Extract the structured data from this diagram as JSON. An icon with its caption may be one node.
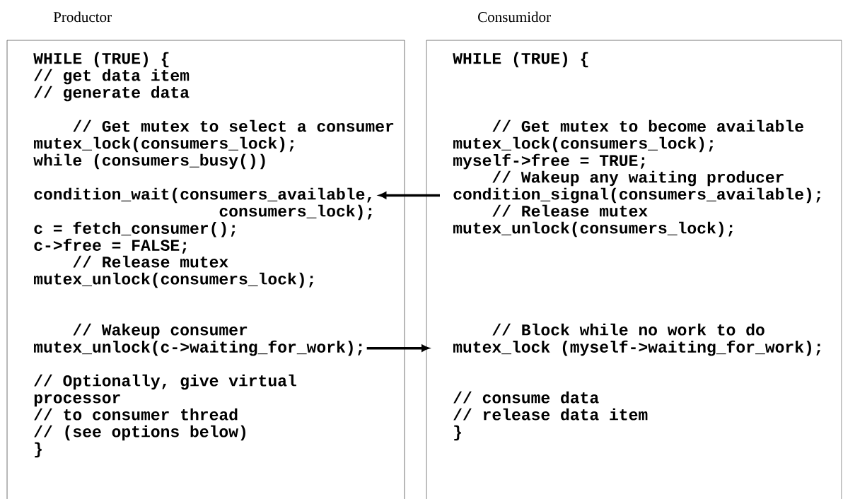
{
  "diagram": {
    "nodes": [
      {
        "text": [
          "Productor"
        ]
      },
      {
        "text": [
          "WHILE (TRUE) {"
        ],
        "in": 0
      },
      {
        "text": [
          "// get data item"
        ],
        "in": 0
      },
      {
        "text": [
          "// generate data"
        ],
        "in": 0
      },
      {
        "text": [
          "// Get mutex to select a consumer"
        ],
        "in": 0
      },
      {
        "text": [
          "mutex_lock(consumers_lock);"
        ],
        "in": 0
      },
      {
        "text": [
          "while (consumers_busy())"
        ],
        "in": 0
      },
      {
        "text": [
          "condition_wait(consumers_available,"
        ],
        "in": 0
      },
      {
        "text": [
          "consumers_lock);"
        ],
        "in": 0
      },
      {
        "text": [
          "c = fetch_consumer();"
        ],
        "in": 0
      },
      {
        "text": [
          "c->free = FALSE;"
        ],
        "in": 0
      },
      {
        "text": [
          "// Release mutex"
        ],
        "in": 0
      },
      {
        "text": [
          "mutex_unlock(consumers_lock);"
        ],
        "in": 0
      },
      {
        "text": [
          "// Wakeup consumer"
        ],
        "in": 0
      },
      {
        "text": [
          "mutex_unlock(c->waiting_for_work);"
        ],
        "in": 0
      },
      {
        "text": [
          "// Optionally, give virtual processor"
        ],
        "in": 0
      },
      {
        "text": [
          "// to consumer thread"
        ],
        "in": 0
      },
      {
        "text": [
          "// (see options below)"
        ],
        "in": 0
      },
      {
        "text": [
          "}"
        ],
        "in": 0
      },
      {
        "text": [
          "Consumidor"
        ]
      },
      {
        "text": [
          "WHILE (TRUE) {"
        ],
        "in": 19
      },
      {
        "text": [
          "// Get mutex to become available"
        ],
        "in": 19
      },
      {
        "text": [
          "mutex_lock(consumers_lock);"
        ],
        "in": 19
      },
      {
        "text": [
          "myself->free = TRUE;"
        ],
        "in": 19
      },
      {
        "text": [
          "// Wakeup any waiting producer"
        ],
        "in": 19
      },
      {
        "text": [
          "condition_signal(consumers_available);"
        ],
        "in": 19
      },
      {
        "text": [
          "// Release mutex"
        ],
        "in": 19
      },
      {
        "text": [
          "mutex_unlock(consumers_lock);"
        ],
        "in": 19
      },
      {
        "text": [
          "// Block while no work to do"
        ],
        "in": 19
      },
      {
        "text": [
          "mutex_lock (myself->waiting_for_work);"
        ],
        "in": 19
      },
      {
        "text": [
          "// consume data"
        ],
        "in": 19
      },
      {
        "text": [
          "// release data item"
        ],
        "in": 19
      },
      {
        "text": [
          "}"
        ],
        "in": 19
      }
    ],
    "edges": [
      {
        "from": 25,
        "to": 7,
        "arrow": "to"
      },
      {
        "from": 14,
        "to": 29,
        "arrow": "to"
      }
    ]
  }
}
